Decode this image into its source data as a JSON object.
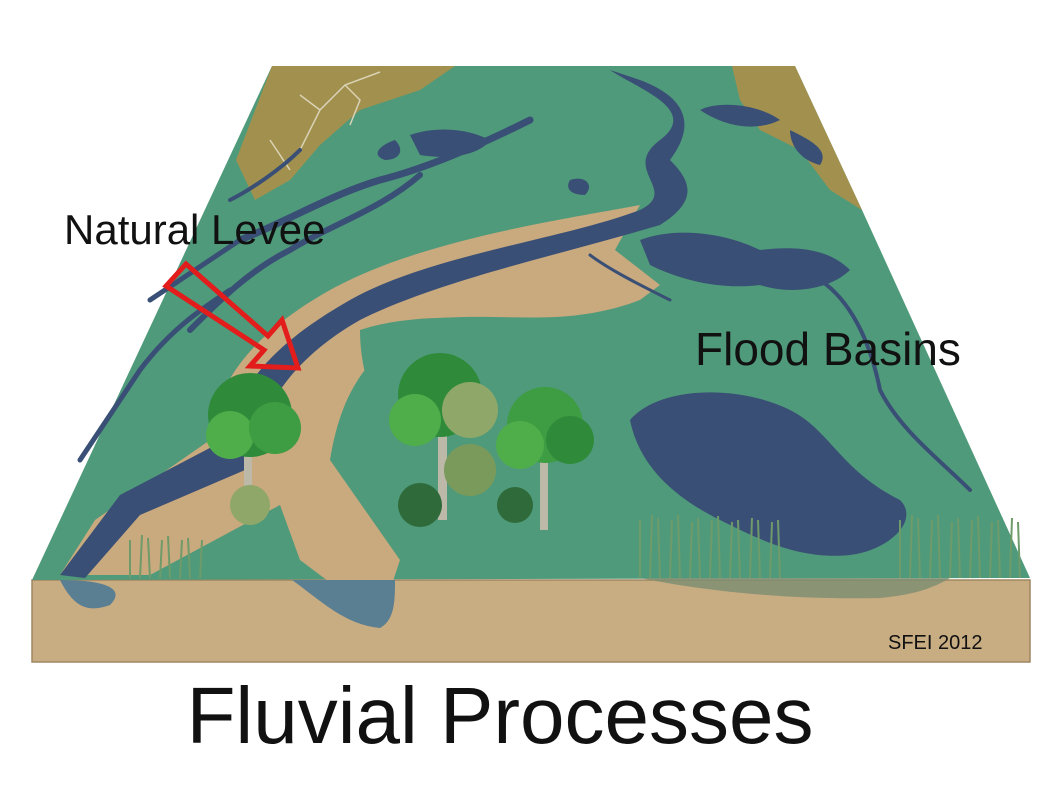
{
  "labels": {
    "natural_levee": "Natural Levee",
    "flood_basins": "Flood Basins",
    "credit": "SFEI 2012",
    "title": "Fluvial Processes"
  },
  "colors": {
    "background": "#ffffff",
    "land_green": "#4f9a7a",
    "water_blue": "#3a4f75",
    "levee_tan": "#c9a97e",
    "soil_tan": "#c8ac82",
    "hill_olive": "#a2914e",
    "arrow_red": "#e31c1c"
  },
  "icons": [
    "tree-icon",
    "reed-icon",
    "arrow-icon"
  ]
}
